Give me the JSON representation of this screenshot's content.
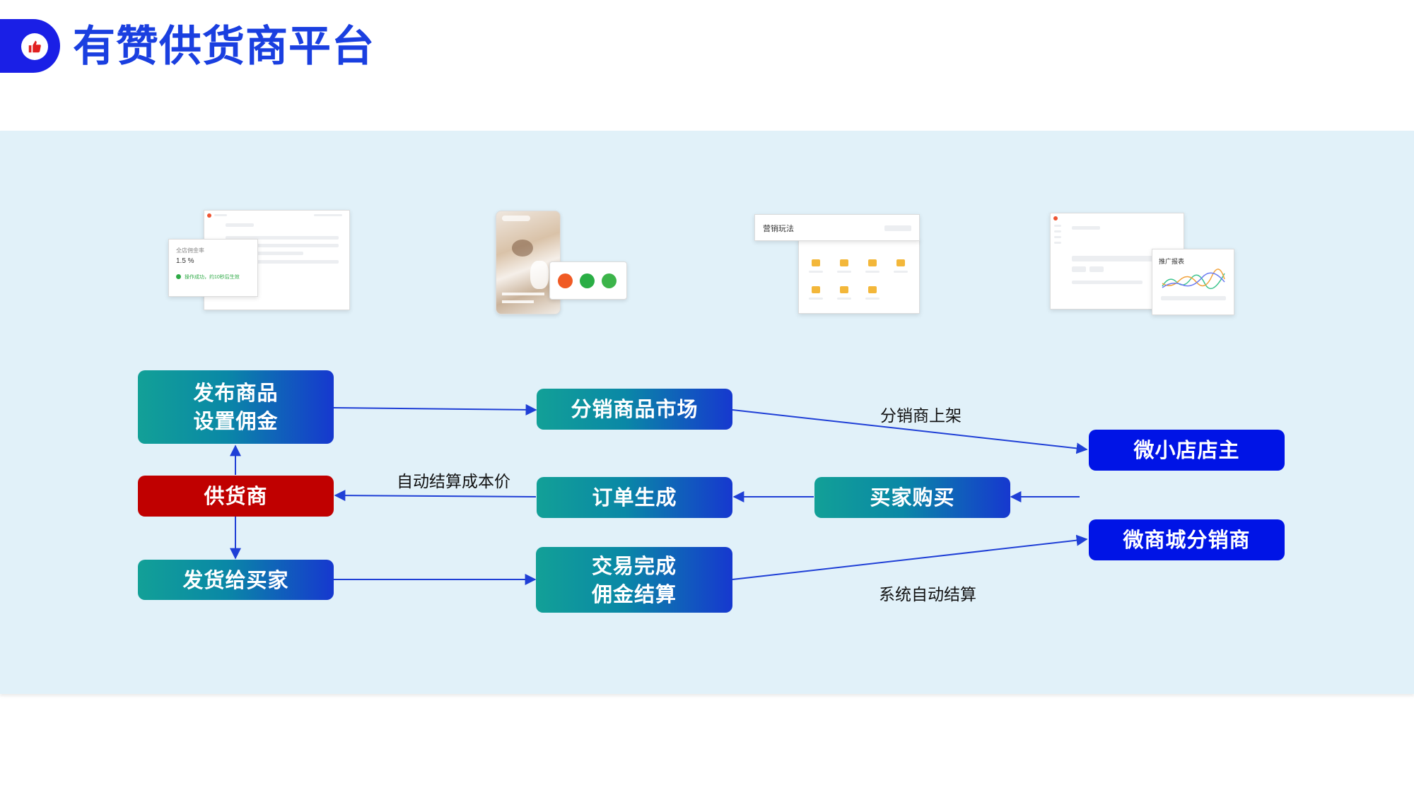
{
  "header": {
    "title": "有赞供货商平台"
  },
  "thumbnails": {
    "commission_card": {
      "label": "全店佣金率",
      "value": "1.5 %",
      "status": "操作成功，约10秒后生效"
    },
    "marketing_card": {
      "title": "营销玩法"
    },
    "report_card": {
      "title": "推广报表"
    }
  },
  "flow": {
    "publish": [
      "发布商品",
      "设置佣金"
    ],
    "market": "分销商品市场",
    "supplier": "供货商",
    "order": "订单生成",
    "buyer": "买家购买",
    "ship": "发货给买家",
    "complete": [
      "交易完成",
      "佣金结算"
    ],
    "shop_owner": "微小店店主",
    "mall_distributor": "微商城分销商",
    "label_listing": "分销商上架",
    "label_cost": "自动结算成本价",
    "label_settle": "系统自动结算"
  },
  "colors": {
    "brand_blue": "#1a3fe0",
    "supplier_red": "#c00000",
    "distributor_blue": "#0014e6",
    "panel_bg": "#e1f1f9",
    "arrow": "#1f3fd6"
  },
  "icons": [
    "thumbs-up-icon",
    "fire-icon",
    "wechat-icon",
    "link-icon",
    "check-icon"
  ]
}
